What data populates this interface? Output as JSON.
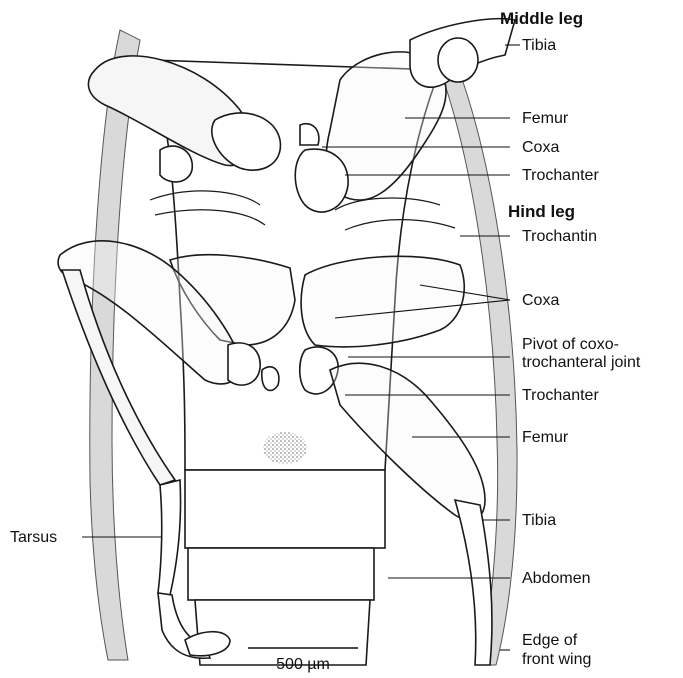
{
  "labels": {
    "middle_leg": "Middle leg",
    "tibia_mid": "Tibia",
    "femur_mid": "Femur",
    "coxa_mid": "Coxa",
    "trochanter_mid": "Trochanter",
    "hind_leg": "Hind leg",
    "trochantin": "Trochantin",
    "coxa_hind": "Coxa",
    "pivot_line1": "Pivot of coxo-",
    "pivot_line2": "trochanteral joint",
    "trochanter_hind": "Trochanter",
    "femur_hind": "Femur",
    "tibia_hind": "Tibia",
    "abdomen": "Abdomen",
    "edge_line1": "Edge of",
    "edge_line2": "front wing",
    "tarsus": "Tarsus",
    "scale_bar": "500 µm"
  }
}
